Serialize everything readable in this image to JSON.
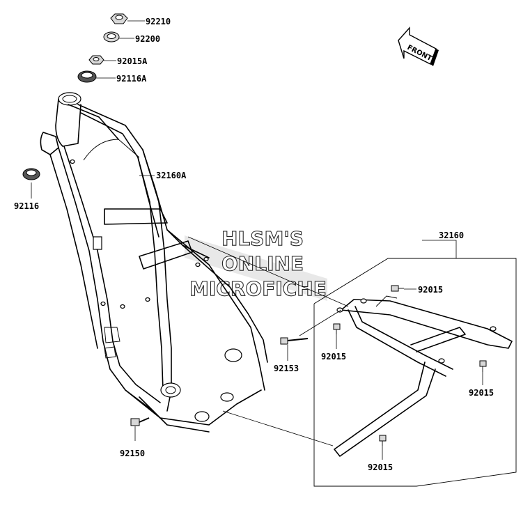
{
  "watermark": {
    "line1": "HLSM'S",
    "line2": "ONLINE",
    "line3": "MICROFICHE"
  },
  "front_arrow": {
    "label": "FRONT"
  },
  "part_numbers": {
    "p92210": "92210",
    "p92200": "92200",
    "p92015A": "92015A",
    "p92116A": "92116A",
    "p92116": "92116",
    "p32160A": "32160A",
    "p32160": "32160",
    "p92015_top": "92015",
    "p92015_left": "92015",
    "p92153": "92153",
    "p92015_right": "92015",
    "p92015_bottom": "92015",
    "p92150": "92150"
  }
}
